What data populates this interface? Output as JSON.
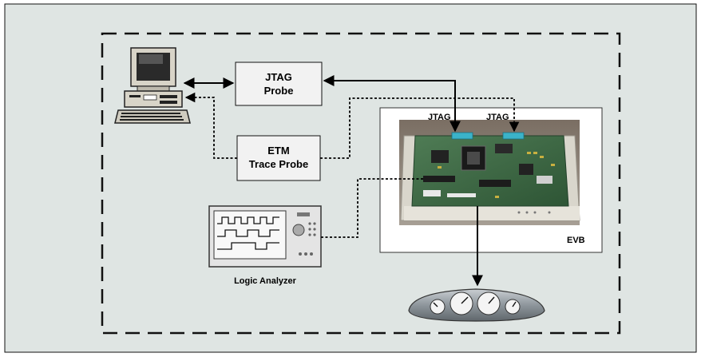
{
  "diagram": {
    "jtag_probe": {
      "line1": "JTAG",
      "line2": "Probe"
    },
    "etm_probe": {
      "line1": "ETM",
      "line2": "Trace Probe"
    },
    "logic_analyzer_label": "Logic Analyzer",
    "evb_label": "EVB",
    "jtag_port_left": "JTAG",
    "jtag_port_right": "JTAG"
  },
  "colors": {
    "background": "#dfe5e3",
    "box_fill": "#f2f2f2",
    "board_green": "#3e6a45",
    "enclosure": "#d9d6cc",
    "connector_cyan": "#3bb3c9",
    "gauge_panel": "#8c949a"
  }
}
